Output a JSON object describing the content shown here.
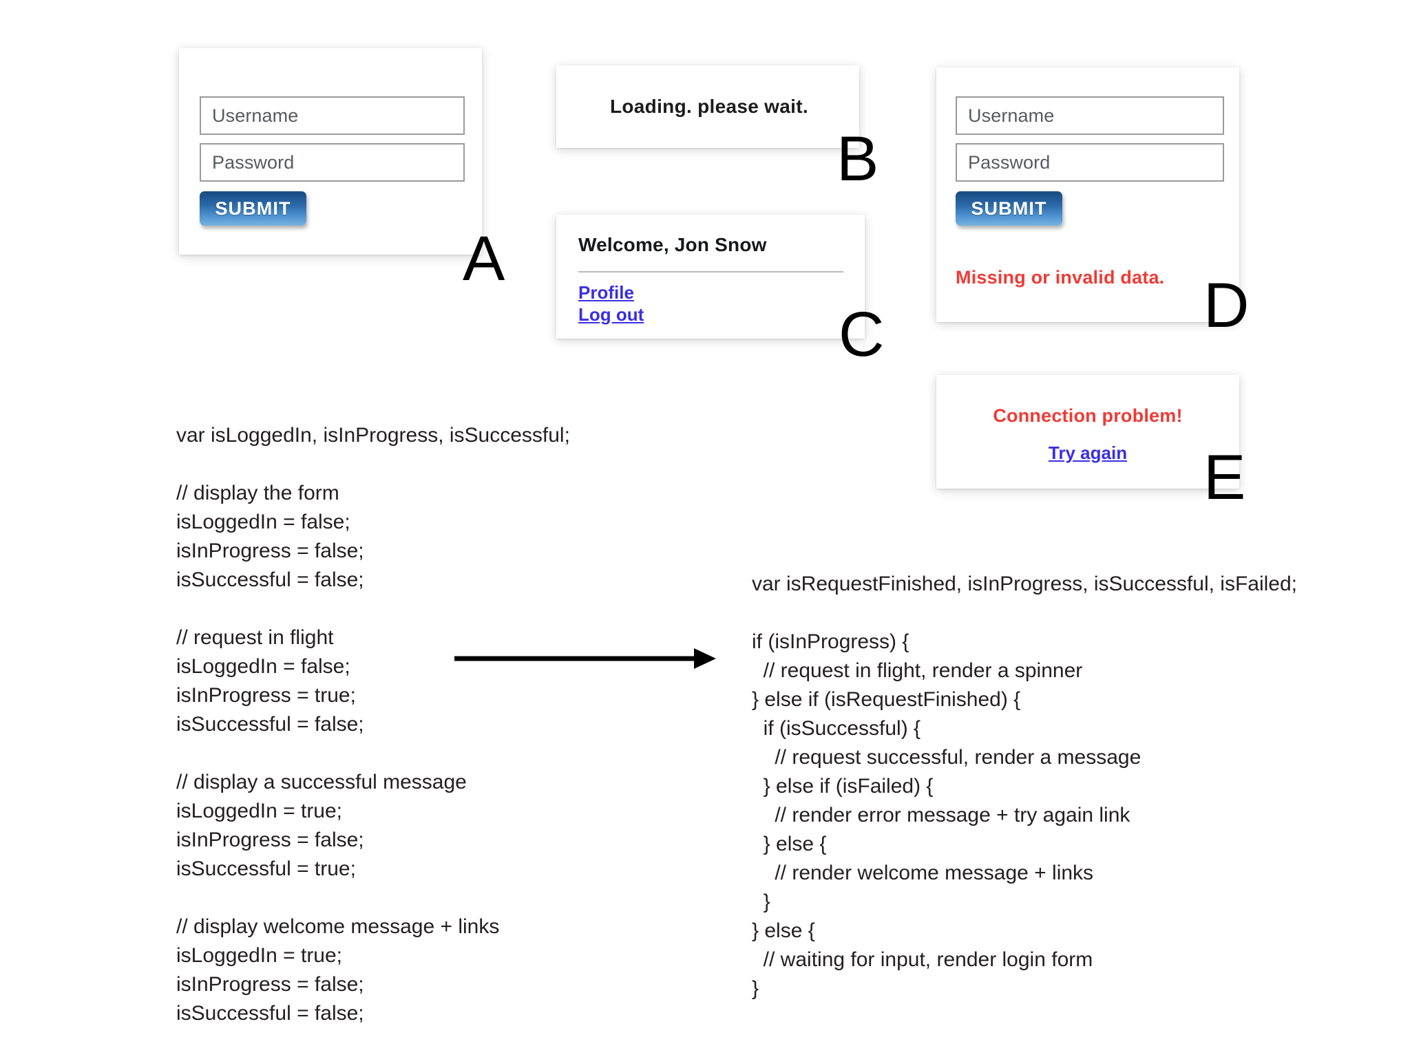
{
  "background": "#ffffff",
  "colors": {
    "error_red": "#ef3b36",
    "link_blue": "#3a2fe0",
    "button_blue_top": "#17497f",
    "button_blue_bottom": "#79b3e0",
    "field_border": "#9a9a9a",
    "text_dark": "#231f20"
  },
  "panels": [
    {
      "letter": "A",
      "name": "login-form",
      "fields": [
        {
          "placeholder": "Username"
        },
        {
          "placeholder": "Password"
        }
      ],
      "submit_label": "SUBMIT"
    },
    {
      "letter": "B",
      "name": "loading-state",
      "message": "Loading. please wait."
    },
    {
      "letter": "C",
      "name": "welcome-state",
      "heading": "Welcome, Jon Snow",
      "links": [
        {
          "label": "Profile"
        },
        {
          "label": "Log out"
        }
      ]
    },
    {
      "letter": "D",
      "name": "login-form-error",
      "fields": [
        {
          "placeholder": "Username"
        },
        {
          "placeholder": "Password"
        }
      ],
      "submit_label": "SUBMIT",
      "error": "Missing or invalid data."
    },
    {
      "letter": "E",
      "name": "connection-error",
      "error": "Connection problem!",
      "link_label": "Try again"
    }
  ],
  "code_left": "var isLoggedIn, isInProgress, isSuccessful;\n\n// display the form\nisLoggedIn = false;\nisInProgress = false;\nisSuccessful = false;\n\n// request in flight\nisLoggedIn = false;\nisInProgress = true;\nisSuccessful = false;\n\n// display a successful message\nisLoggedIn = true;\nisInProgress = false;\nisSuccessful = true;\n\n// display welcome message + links\nisLoggedIn = true;\nisInProgress = false;\nisSuccessful = false;",
  "code_right": "var isRequestFinished, isInProgress, isSuccessful, isFailed;\n\nif (isInProgress) {\n  // request in flight, render a spinner\n} else if (isRequestFinished) {\n  if (isSuccessful) {\n    // request successful, render a message\n  } else if (isFailed) {\n    // render error message + try again link\n  } else {\n    // render welcome message + links\n  }\n} else {\n  // waiting for input, render login form\n}"
}
